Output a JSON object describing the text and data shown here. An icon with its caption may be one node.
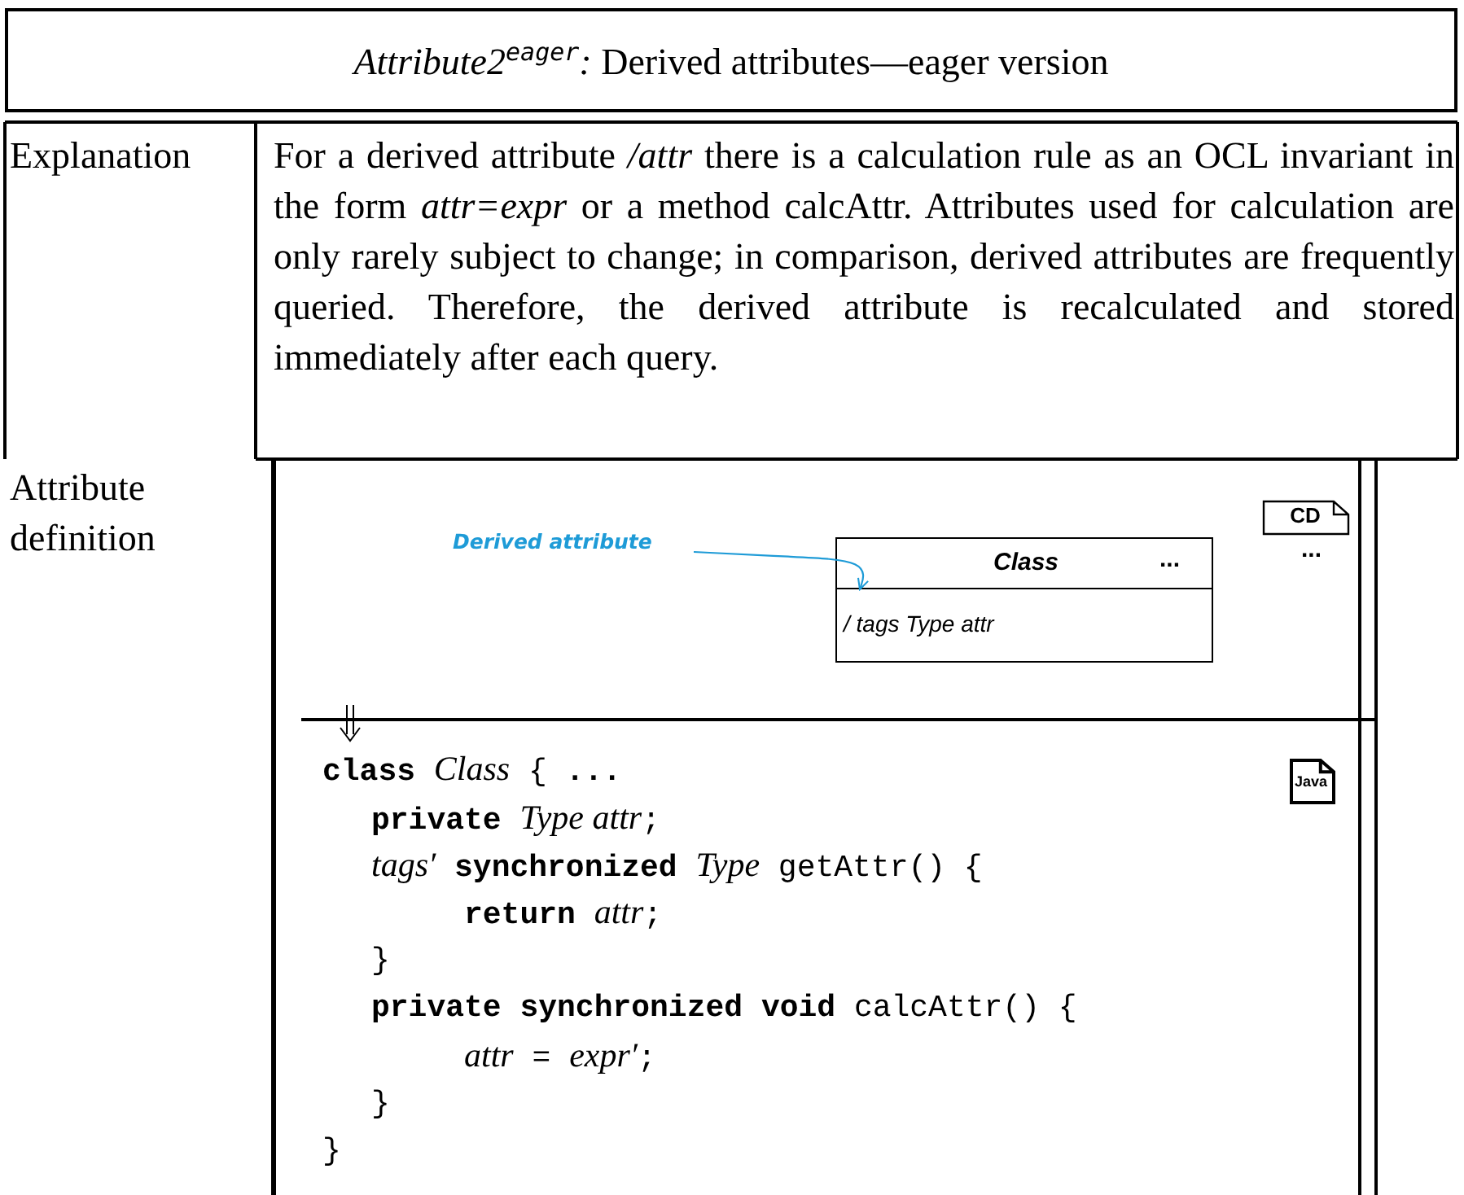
{
  "diagram": {
    "title": "*Attribute2*$^{eager}$*:* Derived attributes—eager version",
    "nodes": [
      {
        "text": [
          "Derived attribute"
        ]
      },
      {
        "text": [
          "Class",
          "..."
        ]
      },
      {
        "text": [
          "/ tags Type attr"
        ],
        "in": 1
      },
      {
        "text": [
          "CD"
        ],
        "beside": [
          "..."
        ]
      },
      {
        "text": [
          "Java"
        ]
      }
    ],
    "edges": [
      {
        "from": 0,
        "to": 2,
        "arrow": "to",
        "color": "#1e9bd7"
      }
    ],
    "labels": [
      "Explanation",
      "For a derived attribute */attr* there is a calculation rule as an OCL invariant in the form *attr=expr* or a method calcAttr. Attributes used for calculation are only rarely subject to change; in comparison, derived attributes are frequently queried. Therefore, the derived attribute is recalculated and stored immediately after each query.",
      "Attribute definition",
      "**class** *Class* { **...**",
      "**private** *Type attr*;",
      "*tags′* **synchronized** *Type* getAttr() {",
      "**return** *attr*;",
      "}",
      "**private synchronized void** calcAttr() {",
      "*attr* = *expr′*;",
      "}",
      "}"
    ]
  }
}
